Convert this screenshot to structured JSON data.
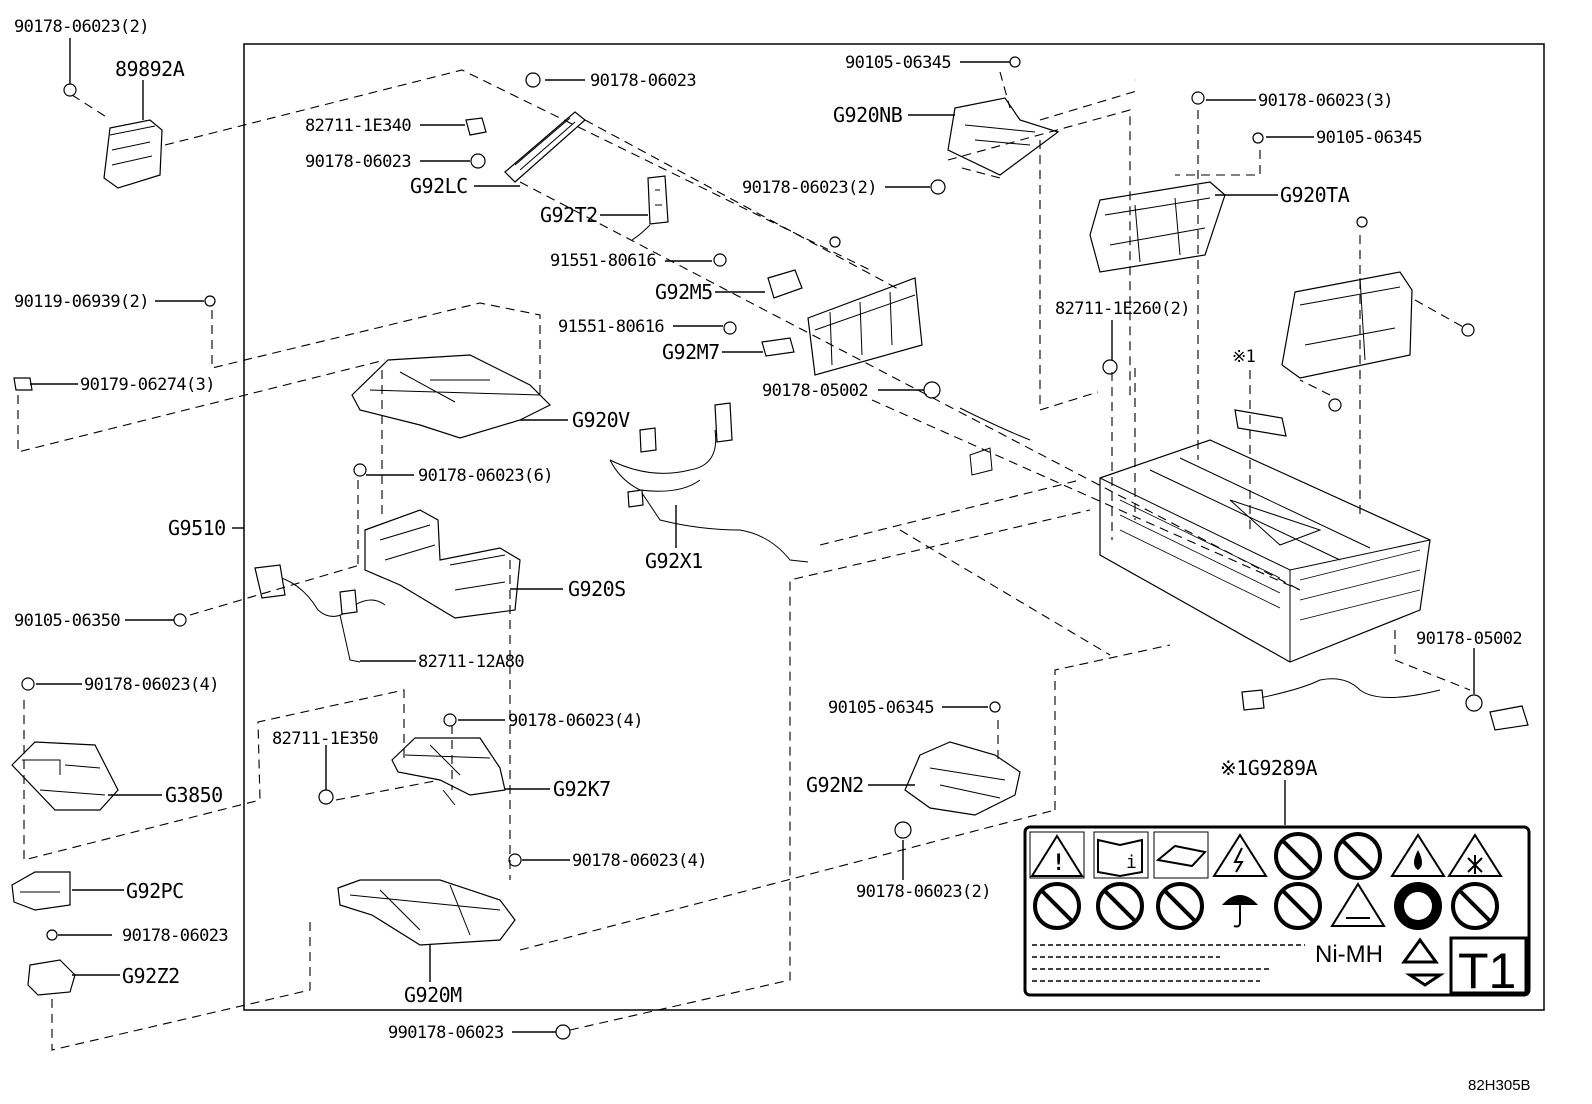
{
  "diagram_code": "82H305B",
  "label_note": "Ni-MH",
  "label_code": "T1",
  "part_labels": {
    "p89892A": "89892A",
    "pG92LC": "G92LC",
    "pG92T2": "G92T2",
    "pG92M5": "G92M5",
    "pG92M7": "G92M7",
    "pG920NB": "G920NB",
    "pG920TA": "G920TA",
    "pG920V": "G920V",
    "pG9510": "G9510",
    "pG920S": "G920S",
    "pG92X1": "G92X1",
    "pG3850": "G3850",
    "pG92K7": "G92K7",
    "pG92PC": "G92PC",
    "pG92Z2": "G92Z2",
    "pG920M": "G920M",
    "pG92N2": "G92N2",
    "pG9289A": "※1G9289A",
    "note1": "※1"
  },
  "callouts": {
    "c1": "90178-06023(2)",
    "c2": "90178-06023",
    "c3": "82711-1E340",
    "c4": "90178-06023",
    "c5": "91551-80616",
    "c6": "91551-80616",
    "c7": "90105-06345",
    "c8": "90178-06023(2)",
    "c9": "90178-06023(3)",
    "c10": "90105-06345",
    "c11": "82711-1E260(2)",
    "c12": "90178-05002",
    "c13": "90119-06939(2)",
    "c14": "90179-06274(3)",
    "c15": "90178-06023(6)",
    "c16": "90105-06350",
    "c17": "82711-12A80",
    "c18": "90178-06023(4)",
    "c19": "90178-06023(4)",
    "c20": "82711-1E350",
    "c21": "90178-06023(4)",
    "c22": "90178-06023",
    "c23": "990178-06023",
    "c24": "90105-06345",
    "c25": "90178-06023(2)",
    "c26": "90178-05002"
  }
}
